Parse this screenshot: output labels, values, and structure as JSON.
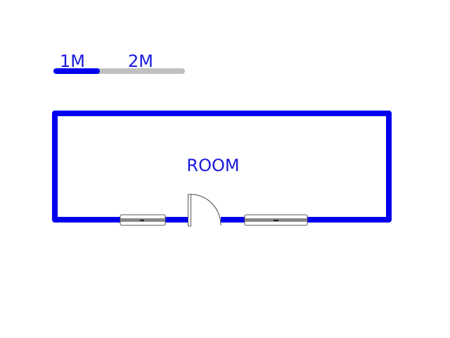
{
  "scale_bar": {
    "label_1": "1M",
    "label_2": "2M"
  },
  "room": {
    "label": "ROOM"
  },
  "colors": {
    "wall": "#0000ee",
    "scale_gray": "#c0c0c0",
    "text": "#1a1adc"
  }
}
